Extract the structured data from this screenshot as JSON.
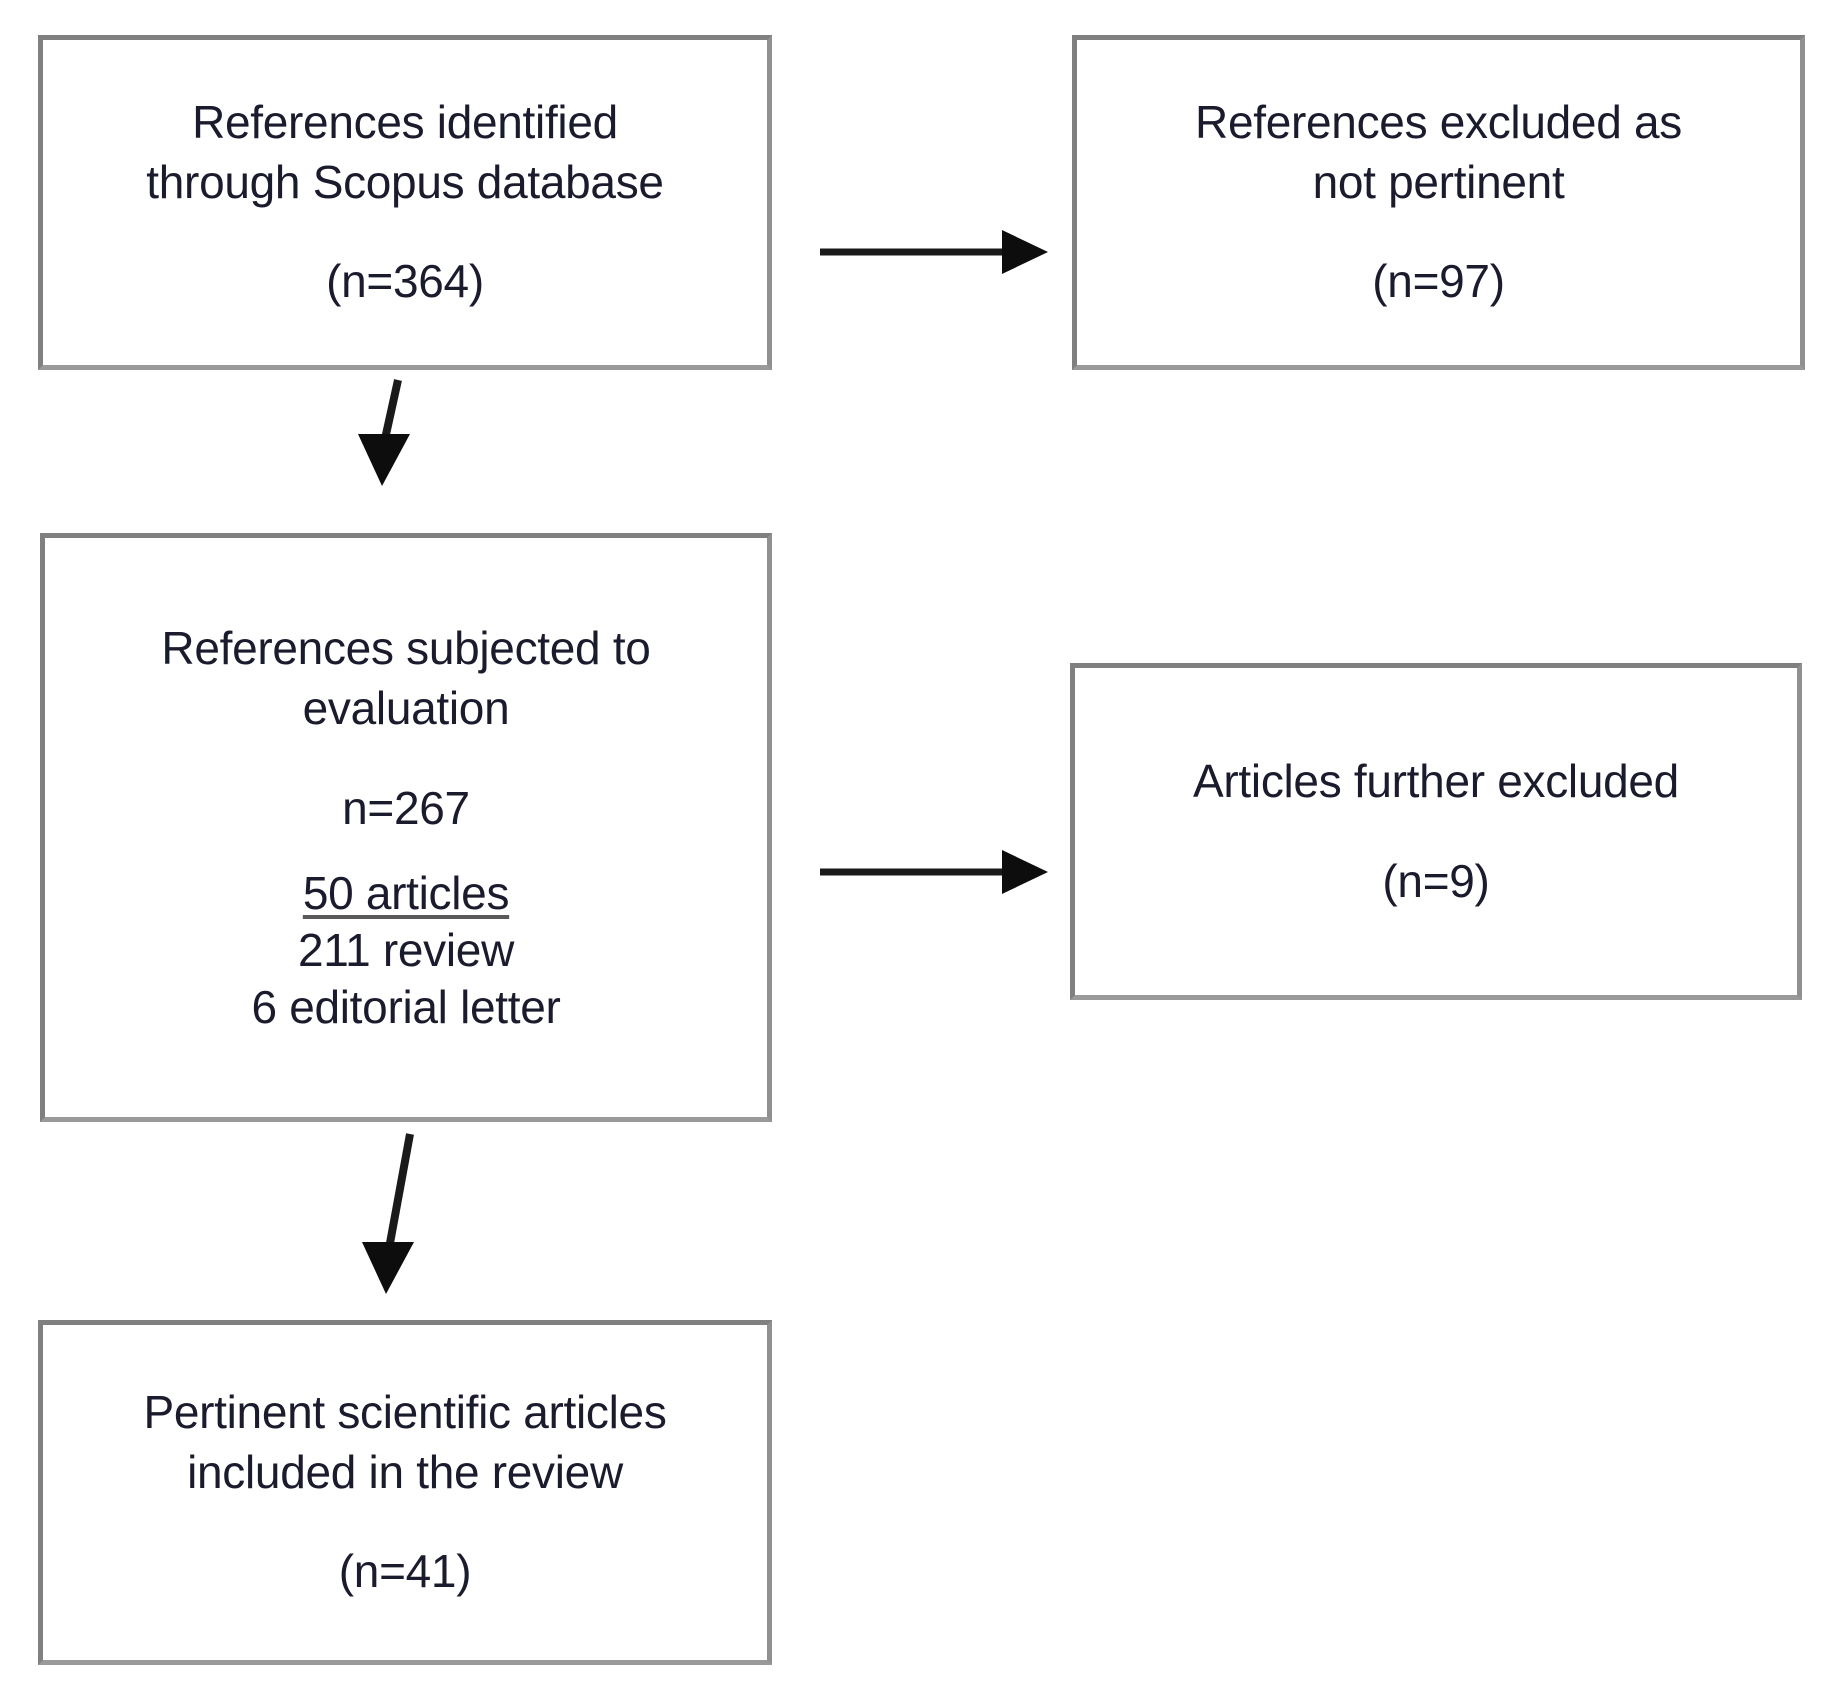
{
  "diagram": {
    "type": "prisma-flow-diagram",
    "title": "",
    "boxes": [
      {
        "id": "identified",
        "name": "references-identified-box",
        "position": "top-left",
        "lines": [
          "References identified",
          "through Scopus database"
        ],
        "count_label": "(n=364)",
        "count": 364
      },
      {
        "id": "excluded",
        "name": "references-excluded-box",
        "position": "top-right",
        "lines": [
          "References excluded as",
          "not pertinent"
        ],
        "count_label": "(n=97)",
        "count": 97
      },
      {
        "id": "evaluation",
        "name": "references-evaluated-box",
        "position": "middle-left",
        "lines": [
          "References subjected to",
          "evaluation"
        ],
        "count_label": "n=267",
        "count": 267,
        "breakdown": [
          {
            "label": "50 articles",
            "value": 50,
            "underlined": true
          },
          {
            "label": "211  review",
            "value": 211,
            "underlined": false
          },
          {
            "label": "6 editorial letter",
            "value": 6,
            "underlined": false
          }
        ]
      },
      {
        "id": "further-excluded",
        "name": "articles-further-excluded-box",
        "position": "middle-right",
        "lines": [
          "Articles further excluded"
        ],
        "count_label": "(n=9)",
        "count": 9
      },
      {
        "id": "included",
        "name": "articles-included-box",
        "position": "bottom-left",
        "lines": [
          "Pertinent scientific articles",
          "included in the  review"
        ],
        "count_label": "(n=41)",
        "count": 41
      }
    ],
    "connectors": [
      {
        "id": "identified-to-excluded",
        "from": "identified",
        "to": "excluded",
        "direction": "right"
      },
      {
        "id": "identified-to-evaluation",
        "from": "identified",
        "to": "evaluation",
        "direction": "down"
      },
      {
        "id": "evaluation-to-further",
        "from": "evaluation",
        "to": "further-excluded",
        "direction": "right"
      },
      {
        "id": "evaluation-to-included",
        "from": "evaluation",
        "to": "included",
        "direction": "down"
      }
    ],
    "colors": {
      "background": "#ffffff",
      "box_border": "#808080",
      "text": "#1b1b2e",
      "arrow": "#0d0d0d",
      "underline": "#5a5a5a"
    }
  }
}
